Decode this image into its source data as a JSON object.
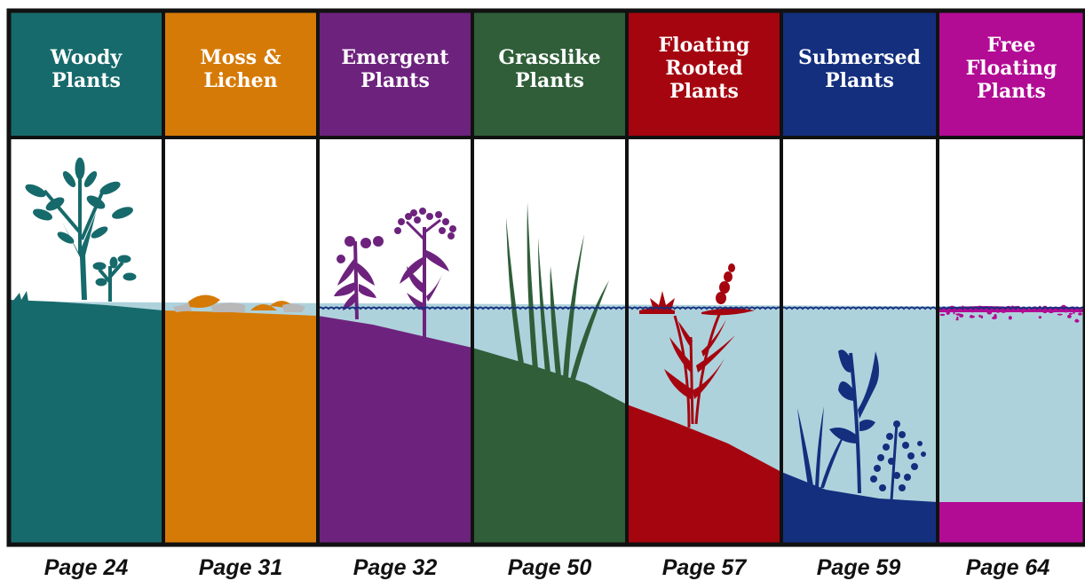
{
  "zones": [
    {
      "id": "woody",
      "title_lines": [
        "Woody",
        "Plants"
      ],
      "page": "Page 24",
      "color": "#176a6b"
    },
    {
      "id": "moss",
      "title_lines": [
        "Moss &",
        "Lichen"
      ],
      "page": "Page 31",
      "color": "#d67a07"
    },
    {
      "id": "emergent",
      "title_lines": [
        "Emergent",
        "Plants"
      ],
      "page": "Page 32",
      "color": "#6d237d"
    },
    {
      "id": "grasslike",
      "title_lines": [
        "Grasslike",
        "Plants"
      ],
      "page": "Page 50",
      "color": "#2f5e38"
    },
    {
      "id": "floating-rooted",
      "title_lines": [
        "Floating",
        "Rooted",
        "Plants"
      ],
      "page": "Page 57",
      "color": "#a5050f"
    },
    {
      "id": "submersed",
      "title_lines": [
        "Submersed",
        "Plants"
      ],
      "page": "Page 59",
      "color": "#132f7e"
    },
    {
      "id": "free-floating",
      "title_lines": [
        "Free",
        "Floating",
        "Plants"
      ],
      "page": "Page 64",
      "color": "#b20b94"
    }
  ],
  "colors": {
    "water": "#aed2dc",
    "frame": "#111111",
    "background": "#ffffff"
  }
}
